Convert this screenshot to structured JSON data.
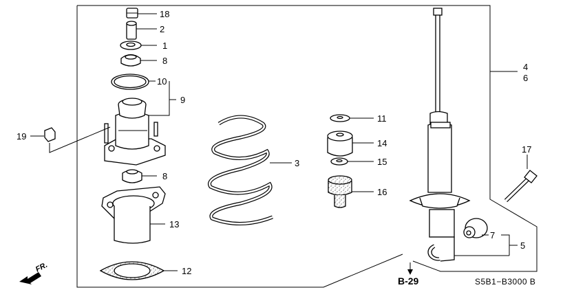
{
  "diagram": {
    "part_labels": {
      "p1": "1",
      "p2": "2",
      "p3": "3",
      "p4": "4",
      "p5": "5",
      "p6": "6",
      "p7": "7",
      "p8a": "8",
      "p8b": "8",
      "p9": "9",
      "p10": "10",
      "p11": "11",
      "p12": "12",
      "p13": "13",
      "p14": "14",
      "p15": "15",
      "p16": "16",
      "p17": "17",
      "p18": "18",
      "p19": "19"
    },
    "reference": "B-29",
    "drawing_code": "S5B1−B3000 B",
    "direction_label": "FR."
  }
}
